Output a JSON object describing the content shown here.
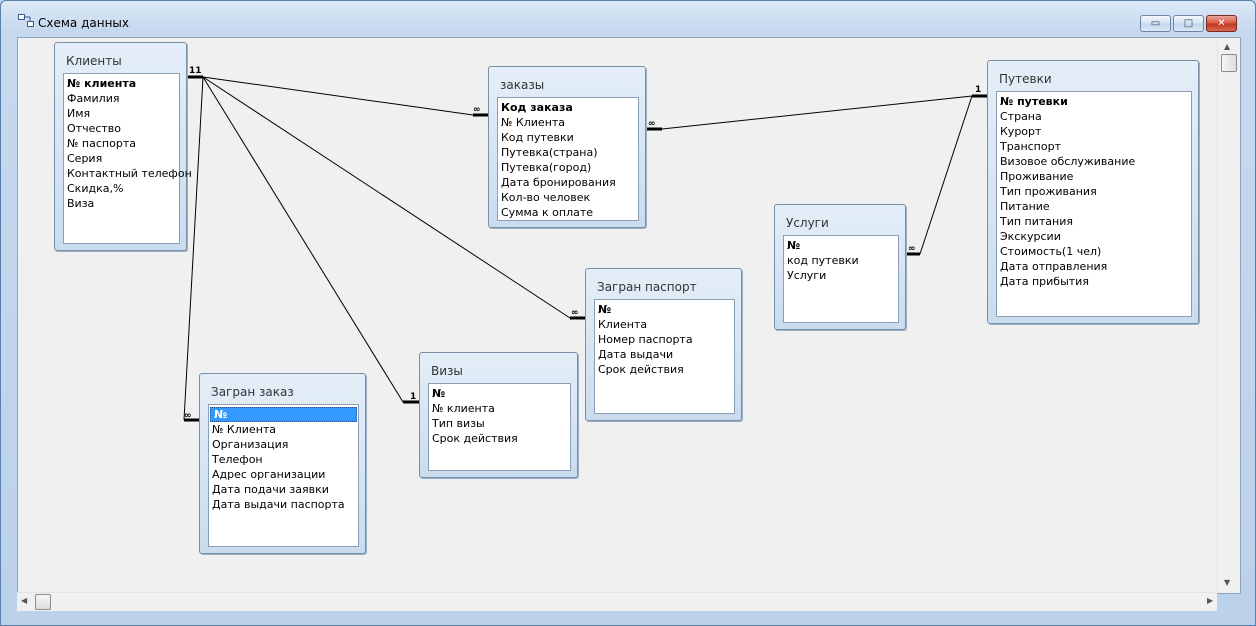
{
  "window": {
    "title": "Схема данных"
  },
  "controls": {
    "minimize": "▭",
    "maximize": "□",
    "close": "✕"
  },
  "scroll": {
    "up": "▲",
    "down": "▼",
    "left": "◀",
    "right": "▶"
  },
  "tables": {
    "clients": {
      "title": "Клиенты",
      "fields": [
        "№ клиента",
        "Фамилия",
        "Имя",
        "Отчество",
        "№ паспорта",
        "Серия",
        "Контактный телефон",
        "Скидка,%",
        "Виза"
      ]
    },
    "orders": {
      "title": "заказы",
      "fields": [
        "Код заказа",
        "№ Клиента",
        "Код путевки",
        "Путевка(страна)",
        "Путевка(город)",
        "Дата бронирования",
        "Кол-во человек",
        "Сумма к оплате"
      ]
    },
    "tours": {
      "title": "Путевки",
      "fields": [
        "№ путевки",
        "Страна",
        "Курорт",
        "Транспорт",
        "Визовое обслуживание",
        "Проживание",
        "Тип проживания",
        "Питание",
        "Тип питания",
        "Экскурсии",
        "Стоимость(1 чел)",
        "Дата отправления",
        "Дата прибытия"
      ]
    },
    "services": {
      "title": "Услуги",
      "fields": [
        "№",
        "код путевки",
        "Услуги"
      ]
    },
    "passport": {
      "title": "Загран паспорт",
      "fields": [
        "№",
        "Клиента",
        "Номер паспорта",
        "Дата выдачи",
        "Срок действия"
      ]
    },
    "visas": {
      "title": "Визы",
      "fields": [
        "№",
        "№ клиента",
        "Тип визы",
        "Срок действия"
      ]
    },
    "passport_order": {
      "title": "Загран заказ",
      "fields": [
        "№",
        "№ Клиента",
        "Организация",
        "Телефон",
        "Адрес организации",
        "Дата подачи заявки",
        "Дата выдачи паспорта"
      ],
      "selected_field": "№"
    }
  },
  "relations": {
    "one": "1",
    "many": "∞",
    "clients_one_marker": "11"
  },
  "colors": {
    "line": "#000000",
    "selection": "#3399ff"
  }
}
